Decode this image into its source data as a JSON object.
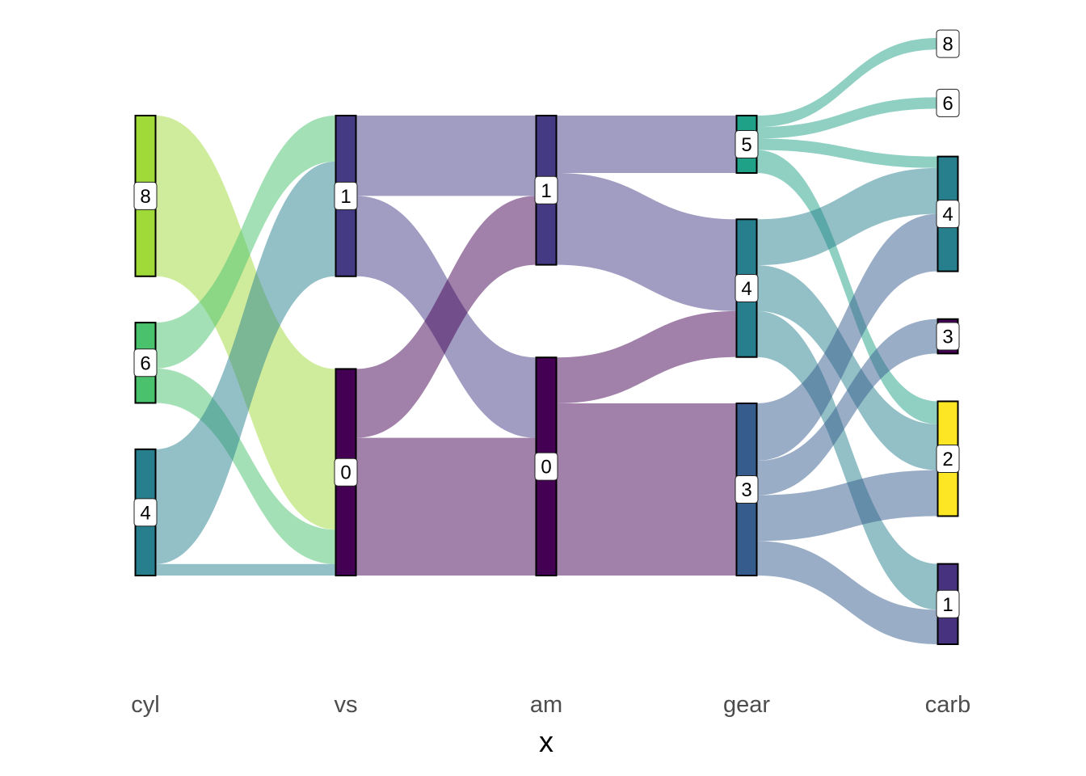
{
  "chart_data": {
    "type": "sankey",
    "title": "",
    "xlabel": "x",
    "ylabel": "",
    "axes": [
      "cyl",
      "vs",
      "am",
      "gear",
      "carb"
    ],
    "node_colors": {
      "cyl": {
        "8": "#a0da39",
        "6": "#4ac16d",
        "4": "#277f8e"
      },
      "vs": {
        "1": "#443983",
        "0": "#440154"
      },
      "am": {
        "1": "#443983",
        "0": "#440154"
      },
      "gear": {
        "5": "#1fa187",
        "4": "#277f8e",
        "3": "#365c8d"
      },
      "carb": {
        "8": "#cde11d",
        "6": "#a0da39",
        "4": "#277f8e",
        "3": "#440154",
        "2": "#fde725",
        "1": "#46327e"
      }
    },
    "nodes": [
      {
        "axis": "cyl",
        "label": "8",
        "count": 14
      },
      {
        "axis": "cyl",
        "label": "6",
        "count": 7
      },
      {
        "axis": "cyl",
        "label": "4",
        "count": 11
      },
      {
        "axis": "vs",
        "label": "1",
        "count": 14
      },
      {
        "axis": "vs",
        "label": "0",
        "count": 18
      },
      {
        "axis": "am",
        "label": "1",
        "count": 13
      },
      {
        "axis": "am",
        "label": "0",
        "count": 19
      },
      {
        "axis": "gear",
        "label": "5",
        "count": 5
      },
      {
        "axis": "gear",
        "label": "4",
        "count": 12
      },
      {
        "axis": "gear",
        "label": "3",
        "count": 15
      },
      {
        "axis": "carb",
        "label": "8",
        "count": 1
      },
      {
        "axis": "carb",
        "label": "6",
        "count": 1
      },
      {
        "axis": "carb",
        "label": "4",
        "count": 10
      },
      {
        "axis": "carb",
        "label": "3",
        "count": 3
      },
      {
        "axis": "carb",
        "label": "2",
        "count": 10
      },
      {
        "axis": "carb",
        "label": "1",
        "count": 7
      }
    ],
    "flows": [
      {
        "from_axis": "cyl",
        "from": "8",
        "to_axis": "vs",
        "to": "0",
        "value": 14,
        "color": "#a0da39"
      },
      {
        "from_axis": "cyl",
        "from": "6",
        "to_axis": "vs",
        "to": "1",
        "value": 4,
        "color": "#4ac16d"
      },
      {
        "from_axis": "cyl",
        "from": "6",
        "to_axis": "vs",
        "to": "0",
        "value": 3,
        "color": "#4ac16d"
      },
      {
        "from_axis": "cyl",
        "from": "4",
        "to_axis": "vs",
        "to": "1",
        "value": 10,
        "color": "#277f8e"
      },
      {
        "from_axis": "cyl",
        "from": "4",
        "to_axis": "vs",
        "to": "0",
        "value": 1,
        "color": "#277f8e"
      },
      {
        "from_axis": "vs",
        "from": "1",
        "to_axis": "am",
        "to": "1",
        "value": 7,
        "color": "#443983"
      },
      {
        "from_axis": "vs",
        "from": "1",
        "to_axis": "am",
        "to": "0",
        "value": 7,
        "color": "#443983"
      },
      {
        "from_axis": "vs",
        "from": "0",
        "to_axis": "am",
        "to": "1",
        "value": 6,
        "color": "#440154"
      },
      {
        "from_axis": "vs",
        "from": "0",
        "to_axis": "am",
        "to": "0",
        "value": 12,
        "color": "#440154"
      },
      {
        "from_axis": "am",
        "from": "1",
        "to_axis": "gear",
        "to": "5",
        "value": 5,
        "color": "#443983"
      },
      {
        "from_axis": "am",
        "from": "1",
        "to_axis": "gear",
        "to": "4",
        "value": 8,
        "color": "#443983"
      },
      {
        "from_axis": "am",
        "from": "0",
        "to_axis": "gear",
        "to": "4",
        "value": 4,
        "color": "#440154"
      },
      {
        "from_axis": "am",
        "from": "0",
        "to_axis": "gear",
        "to": "3",
        "value": 15,
        "color": "#440154"
      },
      {
        "from_axis": "gear",
        "from": "5",
        "to_axis": "carb",
        "to": "8",
        "value": 1,
        "color": "#1fa187"
      },
      {
        "from_axis": "gear",
        "from": "5",
        "to_axis": "carb",
        "to": "6",
        "value": 1,
        "color": "#1fa187"
      },
      {
        "from_axis": "gear",
        "from": "5",
        "to_axis": "carb",
        "to": "4",
        "value": 1,
        "color": "#1fa187"
      },
      {
        "from_axis": "gear",
        "from": "5",
        "to_axis": "carb",
        "to": "2",
        "value": 2,
        "color": "#1fa187"
      },
      {
        "from_axis": "gear",
        "from": "4",
        "to_axis": "carb",
        "to": "4",
        "value": 4,
        "color": "#277f8e"
      },
      {
        "from_axis": "gear",
        "from": "4",
        "to_axis": "carb",
        "to": "2",
        "value": 4,
        "color": "#277f8e"
      },
      {
        "from_axis": "gear",
        "from": "4",
        "to_axis": "carb",
        "to": "1",
        "value": 4,
        "color": "#277f8e"
      },
      {
        "from_axis": "gear",
        "from": "3",
        "to_axis": "carb",
        "to": "4",
        "value": 5,
        "color": "#365c8d"
      },
      {
        "from_axis": "gear",
        "from": "3",
        "to_axis": "carb",
        "to": "3",
        "value": 3,
        "color": "#365c8d"
      },
      {
        "from_axis": "gear",
        "from": "3",
        "to_axis": "carb",
        "to": "2",
        "value": 4,
        "color": "#365c8d"
      },
      {
        "from_axis": "gear",
        "from": "3",
        "to_axis": "carb",
        "to": "1",
        "value": 3,
        "color": "#365c8d"
      }
    ],
    "legend": "none",
    "grid": false
  }
}
